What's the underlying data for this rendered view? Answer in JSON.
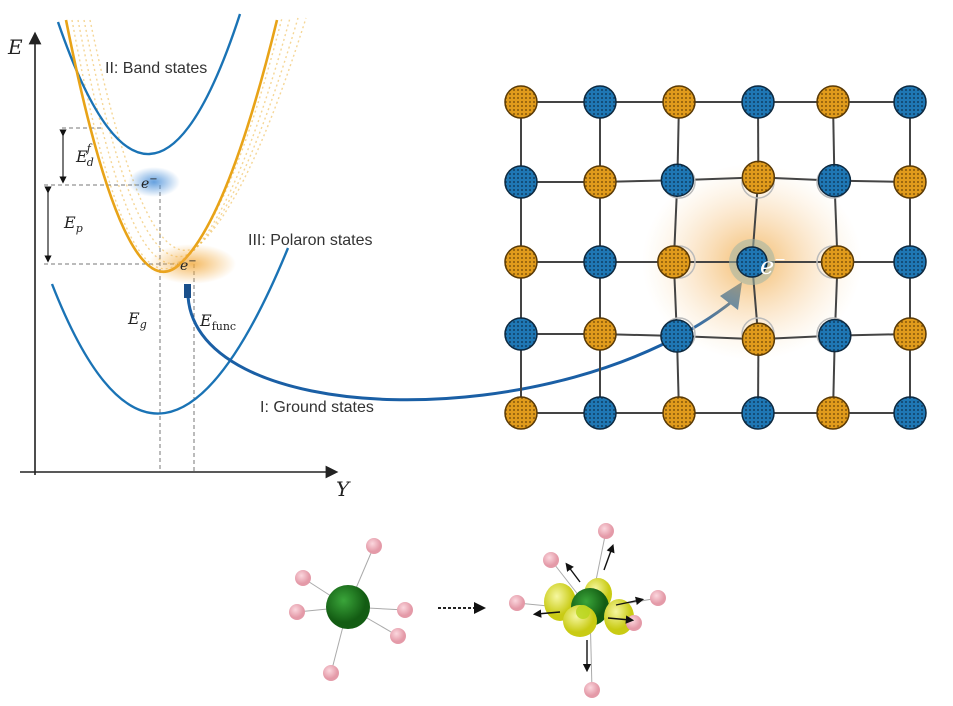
{
  "energy_diagram": {
    "axis_y_label": "E",
    "axis_x_label": "Y",
    "curves": [
      {
        "name": "II: Band states",
        "color": "#1a73b5"
      },
      {
        "name": "III: Polaron states",
        "color": "#e8a317"
      },
      {
        "name": "I: Ground states",
        "color": "#1a73b5"
      }
    ],
    "electron_label": "e",
    "electron_sup": "−",
    "ed_label": "E",
    "ed_sub": "d",
    "ed_sup": "f",
    "ep_label": "E",
    "ep_sub": "p",
    "eg_label": "E",
    "eg_sub": "g",
    "efunc_label": "E",
    "efunc_sub": "func"
  },
  "lattice": {
    "electron_label": "e",
    "electron_sup": "−",
    "blue_color": "#1f77b4",
    "orange_color": "#e09b1c"
  },
  "molecules": {
    "center_color": "#1e7a1e",
    "ligand_color": "#f3b8c3",
    "density_color": "#e6e83a"
  }
}
